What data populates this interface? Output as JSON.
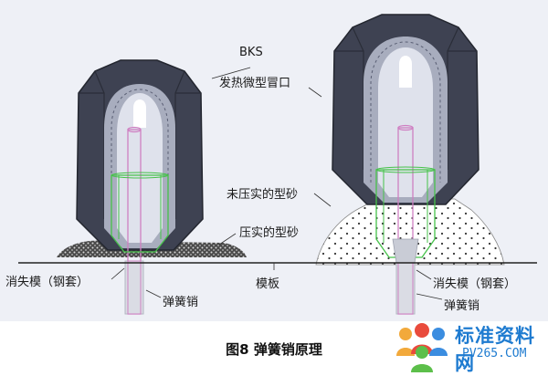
{
  "labels": {
    "bks": "BKS",
    "riser": "发热微型冒口",
    "uncompacted_sand": "未压实的型砂",
    "compacted_sand": "压实的型砂",
    "lost_mold_left": "消失模（钢套）",
    "spring_pin_left": "弹簧销",
    "template": "模板",
    "lost_mold_right": "消失模（钢套）",
    "spring_pin_right": "弹簧销"
  },
  "caption": "图8  弹簧销原理",
  "watermark": {
    "text": "标准资料网",
    "url": "PV265.COM",
    "icon": "people-logo-icon"
  }
}
